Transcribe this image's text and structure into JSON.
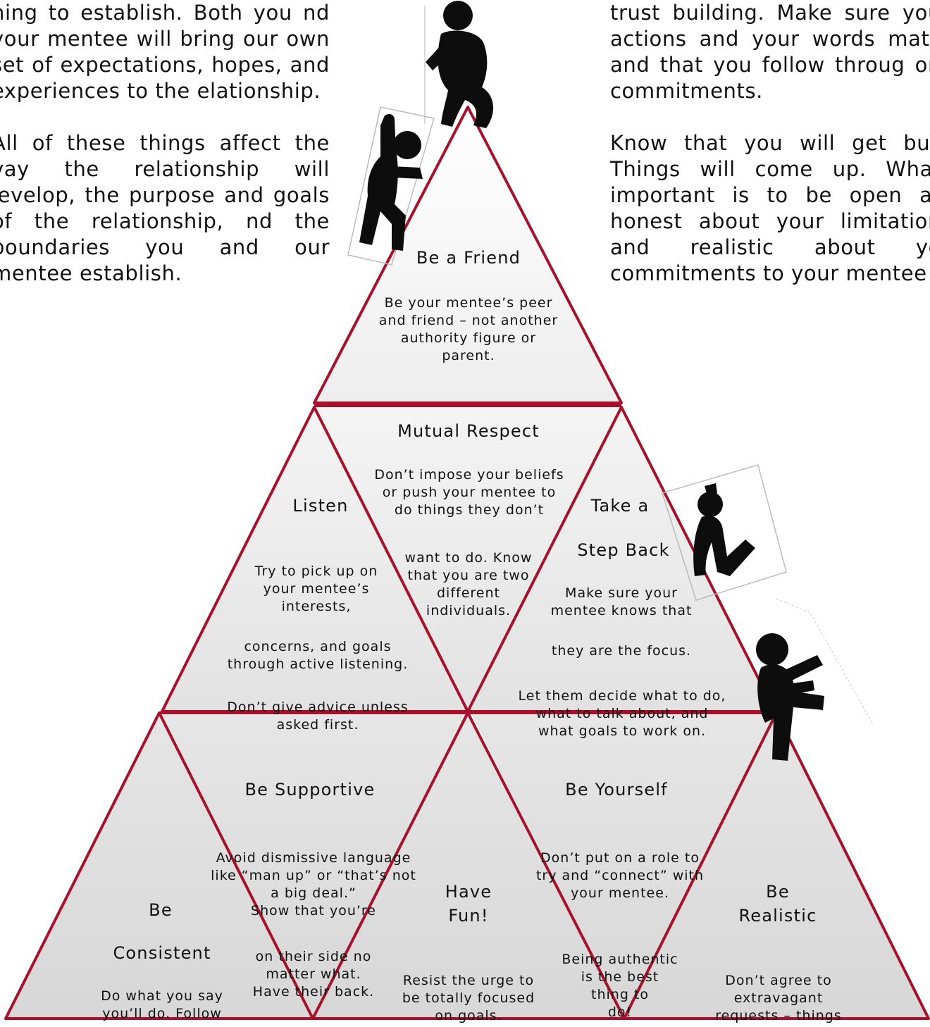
{
  "left_column": {
    "paragraph1": "hing to establish.  Both you nd your mentee will bring our own set of expectations, hopes, and experiences to the elationship.",
    "paragraph2": "All of these things affect the vay the  relationship will levelop, the purpose and goals of the relationship, nd the boundaries you and our mentee establish."
  },
  "right_column": {
    "paragraph1": "trust building. Make sure you actions and your words matc and that you follow throug on commitments.",
    "paragraph2": "Know that you will get bus Things will come up. What important is to be open ar honest about your limitation and realistic about yo commitments to your mentee"
  },
  "pyramid": {
    "be_a_friend": {
      "title": "Be a Friend",
      "body": "Be your mentee’s peer\nand friend – not another\nauthority figure or\nparent."
    },
    "mutual_respect": {
      "title": "Mutual Respect",
      "body1": "Don’t impose your beliefs\nor push your mentee to\ndo things they don’t",
      "body2": "want to do. Know\nthat you are two\ndifferent\nindividuals."
    },
    "listen": {
      "title": "Listen",
      "body1": "Try to pick up on\nyour mentee’s\ninterests,",
      "body2": "concerns, and goals\nthrough active listening.",
      "body3": "Don’t give advice unless\nasked first."
    },
    "take_a_step_back": {
      "title1": "Take a",
      "title2": "Step Back",
      "body1": "Make sure your\nmentee knows that",
      "body2": "they are the focus.",
      "body3": "Let them decide what to do,\nwhat to talk about, and\nwhat goals to work on."
    },
    "be_supportive": {
      "title": "Be Supportive",
      "body1": "Avoid dismissive language\nlike “man up” or “that’s not\na big deal.”\nShow that you’re",
      "body2": "on their side no\nmatter what.\nHave their back."
    },
    "be_yourself": {
      "title": "Be Yourself",
      "body1": "Don’t put on a role to\ntry and “connect” with\nyour mentee.",
      "body2": "Being authentic\nis the best\nthing to\ndo!"
    },
    "be_consistent": {
      "title1": "Be",
      "title2": "Consistent",
      "body": "Do what you say\nyou’ll do. Follow"
    },
    "have_fun": {
      "title": "Have\nFun!",
      "body": "Resist the urge to\nbe totally focused\non goals."
    },
    "be_realistic": {
      "title": "Be\nRealistic",
      "body": "Don’t agree to\nextravagant\nrequests – things"
    }
  },
  "colors": {
    "outline": "#a8112b",
    "fill_light": "#f4f4f4",
    "fill_dark": "#dcdcdc",
    "figure": "#0d0d0d"
  },
  "icons": [
    "climbing-figure-icon",
    "climbing-figure-icon",
    "climbing-figure-icon",
    "climbing-figure-icon"
  ]
}
